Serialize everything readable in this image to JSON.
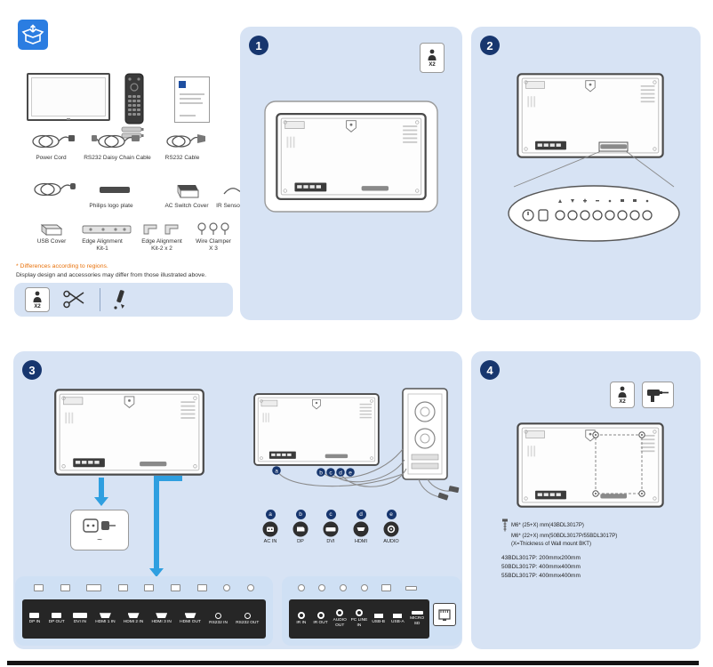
{
  "colors": {
    "panel_bg": "#d7e3f4",
    "panel_bg_inner": "#cfe0f4",
    "navy": "#17366e",
    "arrow_blue": "#2f9fe0",
    "orange": "#e8710a",
    "strip_dark": "#262626",
    "unpack_blue": "#2b7de1"
  },
  "contents": {
    "items_row1": [
      "Power Cord",
      "RS232 Daisy Chain Cable",
      "RS232 Cable"
    ],
    "items_row2": [
      "Philips logo plate",
      "AC Switch Cover",
      "IR Sensor Cable"
    ],
    "items_row3_line1": [
      "USB Cover",
      "Edge Alignment",
      "Edge Alignment",
      "Wire Clamper"
    ],
    "items_row3_line2": [
      "",
      "Kit-1",
      "Kit-2 x 2",
      "X 3"
    ],
    "note_regions": "* Differences according to regions.",
    "note_design": "Display design and accessories may differ from those illustrated above.",
    "tools_x2": "X2"
  },
  "steps": {
    "one": "1",
    "two": "2",
    "three": "3",
    "four": "4"
  },
  "step1": {
    "people": "X2"
  },
  "step3": {
    "ac_symbol": "~",
    "legend": [
      {
        "letter": "a",
        "label": "AC IN"
      },
      {
        "letter": "b",
        "label": "DP"
      },
      {
        "letter": "c",
        "label": "DVI"
      },
      {
        "letter": "d",
        "label": "HDMI"
      },
      {
        "letter": "e",
        "label": "AUDIO"
      }
    ],
    "strip1_ports": [
      "DP IN",
      "DP OUT",
      "DVI IN",
      "HDMI 1 IN",
      "HDMI 2 IN",
      "HDMI 3 IN",
      "HDMI OUT",
      "RS232 IN",
      "RS232 OUT"
    ],
    "strip2_ports": [
      "IR IN",
      "IR OUT",
      "AUDIO OUT",
      "PC LINE IN",
      "USB-B",
      "USB-A",
      "MICRO SD"
    ]
  },
  "step4": {
    "people": "X2",
    "screw_line1": "M6* (25+X) mm(43BDL3017P)",
    "screw_line2": "M6* (22+X) mm(50BDL3017P/55BDL3017P)",
    "screw_line3": "(X=Thickness of  Wall mount BKT)",
    "vesa_lines": [
      "43BDL3017P: 200mmx200mm",
      "50BDL3017P: 400mmx400mm",
      "55BDL3017P: 400mmx400mm"
    ]
  }
}
